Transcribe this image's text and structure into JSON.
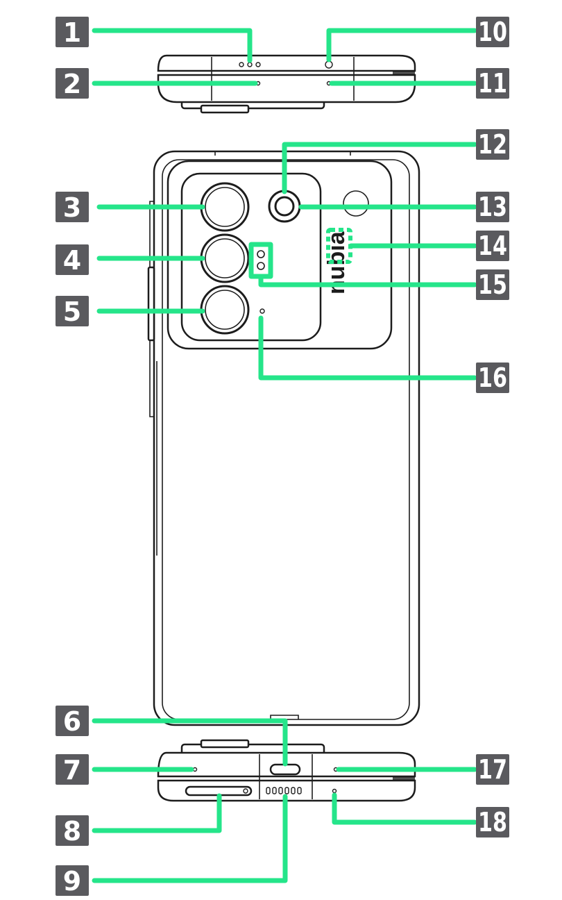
{
  "device": {
    "brand": "nubia"
  },
  "callouts": [
    {
      "id": "1",
      "label": "1"
    },
    {
      "id": "2",
      "label": "2"
    },
    {
      "id": "3",
      "label": "3"
    },
    {
      "id": "4",
      "label": "4"
    },
    {
      "id": "5",
      "label": "5"
    },
    {
      "id": "6",
      "label": "6"
    },
    {
      "id": "7",
      "label": "7"
    },
    {
      "id": "8",
      "label": "8"
    },
    {
      "id": "9",
      "label": "9"
    },
    {
      "id": "10",
      "label": "10"
    },
    {
      "id": "11",
      "label": "11"
    },
    {
      "id": "12",
      "label": "12"
    },
    {
      "id": "13",
      "label": "13"
    },
    {
      "id": "14",
      "label": "14"
    },
    {
      "id": "15",
      "label": "15"
    },
    {
      "id": "16",
      "label": "16"
    },
    {
      "id": "17",
      "label": "17"
    },
    {
      "id": "18",
      "label": "18"
    }
  ],
  "colors": {
    "leader": "#25e58a",
    "badge": "#5a5a5e",
    "badge_text": "#ffffff",
    "line_art": "#1c1c1c"
  }
}
